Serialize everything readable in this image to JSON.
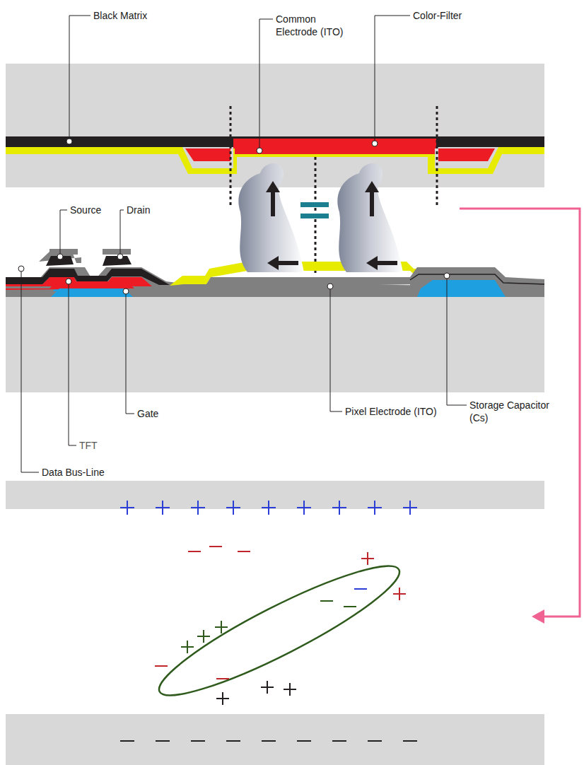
{
  "diagram": {
    "labels": [
      "Black Matrix",
      "Common Electrode (ITO)",
      "Color-Filter",
      "Source",
      "Drain",
      "Gate",
      "TFT",
      "Data Bus-Line",
      "Pixel Electrode (ITO)",
      "Storage Capacitor (Cs)"
    ]
  }
}
